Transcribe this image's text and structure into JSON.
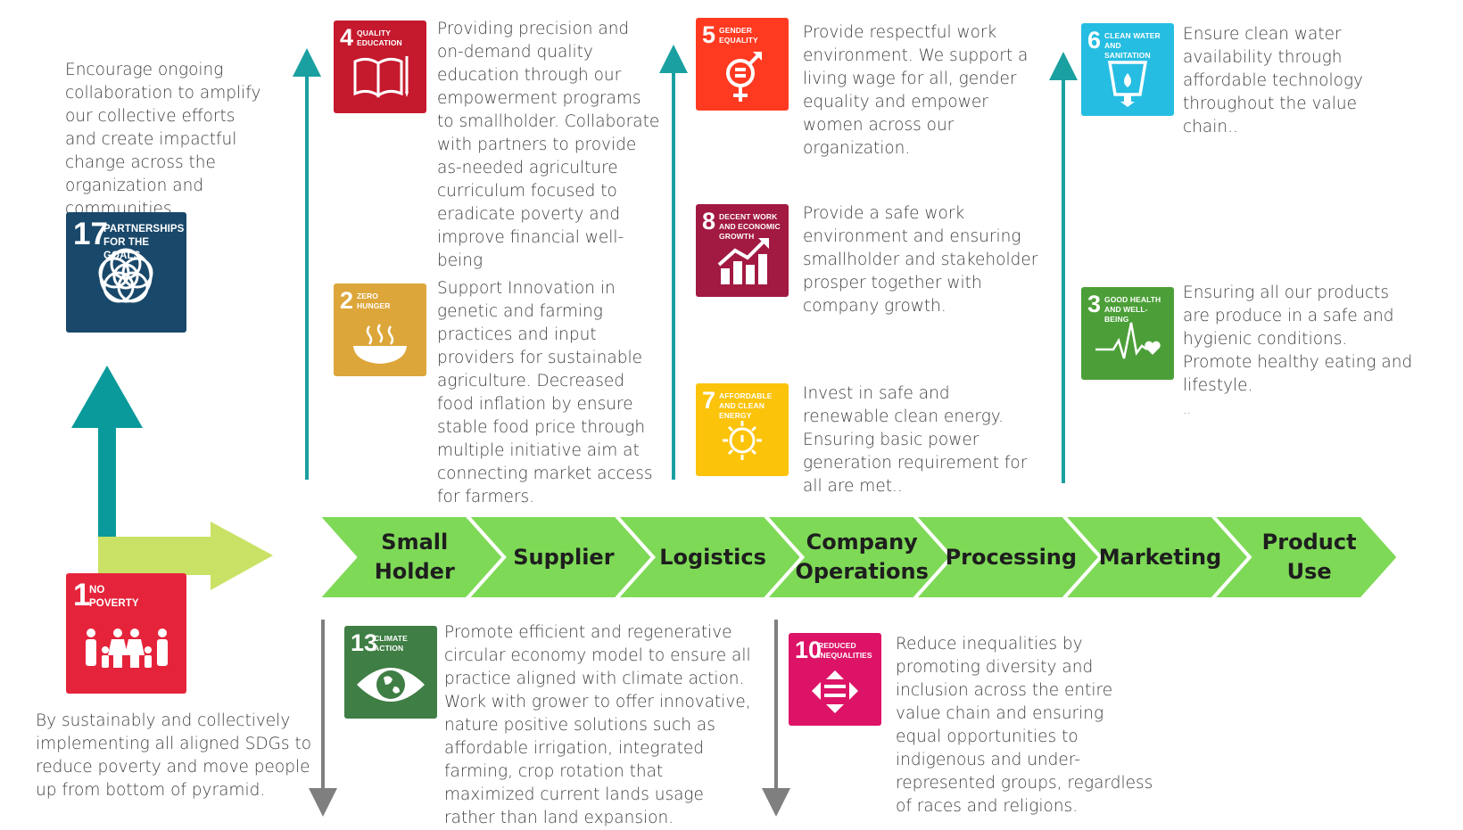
{
  "intro_text": "Encourage ongoing collaboration to amplify our collective efforts and create impactful change across the organization and communities.",
  "outro_text": "By sustainably and collectively implementing all aligned SDGs to reduce poverty and move people up from bottom of pyramid.",
  "chain": [
    "Small Holder",
    "Supplier",
    "Logistics",
    "Company Operations",
    "Processing",
    "Marketing",
    "Product Use"
  ],
  "goals": {
    "g17": {
      "number": "17",
      "label": "PARTNERSHIPS FOR THE GOALS",
      "color": "#19486a",
      "icon": "rings-icon"
    },
    "g1": {
      "number": "1",
      "label": "NO POVERTY",
      "color": "#e5243b",
      "icon": "family-icon"
    },
    "g4": {
      "number": "4",
      "label": "QUALITY EDUCATION",
      "color": "#c5192d",
      "icon": "book-icon",
      "text": "Providing precision and on-demand quality education through our empowerment programs to smallholder. Collaborate with partners to provide as-needed agriculture curriculum focused to eradicate poverty and improve financial well-being"
    },
    "g2": {
      "number": "2",
      "label": "ZERO HUNGER",
      "color": "#dda63a",
      "icon": "bowl-icon",
      "text": "Support Innovation in genetic and farming practices and input providers for sustainable agriculture. Decreased food inflation by ensure stable food price through multiple initiative aim at connecting market access for farmers."
    },
    "g5": {
      "number": "5",
      "label": "GENDER EQUALITY",
      "color": "#ff3a21",
      "icon": "gender-icon",
      "text": "Provide respectful work environment. We support a living wage for all, gender equality and empower women across our organization."
    },
    "g8": {
      "number": "8",
      "label": "DECENT WORK AND ECONOMIC GROWTH",
      "color": "#a21942",
      "icon": "growth-chart-icon",
      "text": "Provide a safe work environment and ensuring smallholder and stakeholder prosper together with company growth."
    },
    "g7": {
      "number": "7",
      "label": "AFFORDABLE AND CLEAN ENERGY",
      "color": "#fcc30b",
      "icon": "sun-power-icon",
      "text": "Invest in safe and renewable clean energy. Ensuring basic power generation requirement for all are met.."
    },
    "g6": {
      "number": "6",
      "label": "CLEAN WATER AND SANITATION",
      "color": "#26bde2",
      "icon": "water-glass-icon",
      "text": "Ensure clean water availability through affordable technology throughout the value chain.."
    },
    "g3": {
      "number": "3",
      "label": "GOOD HEALTH AND WELL-BEING",
      "color": "#4c9f38",
      "icon": "heartbeat-icon",
      "text": "Ensuring all our products are produce in a safe and hygienic conditions. Promote healthy eating and lifestyle.",
      "extra": ".."
    },
    "g13": {
      "number": "13",
      "label": "CLIMATE ACTION",
      "color": "#3f7e44",
      "icon": "eye-globe-icon",
      "text": "Promote efficient and regenerative circular economy model to ensure all practice aligned with climate action. Work with grower to offer innovative, nature positive solutions such as affordable irrigation, integrated farming, crop rotation that maximized current lands usage rather than land expansion."
    },
    "g10": {
      "number": "10",
      "label": "REDUCED INEQUALITIES",
      "color": "#dd1367",
      "icon": "equality-arrows-icon",
      "text": "Reduce inequalities by promoting diversity and inclusion across the entire value chain and ensuring equal opportunities to indigenous and under-represented groups, regardless of races and religions."
    }
  },
  "colors": {
    "chevron": "#7ed957",
    "teal_arrow": "#0a9a9b",
    "lime_arrow": "#c9e265",
    "up_line": "#1aa0a0",
    "down_line": "#7f7f7f"
  }
}
